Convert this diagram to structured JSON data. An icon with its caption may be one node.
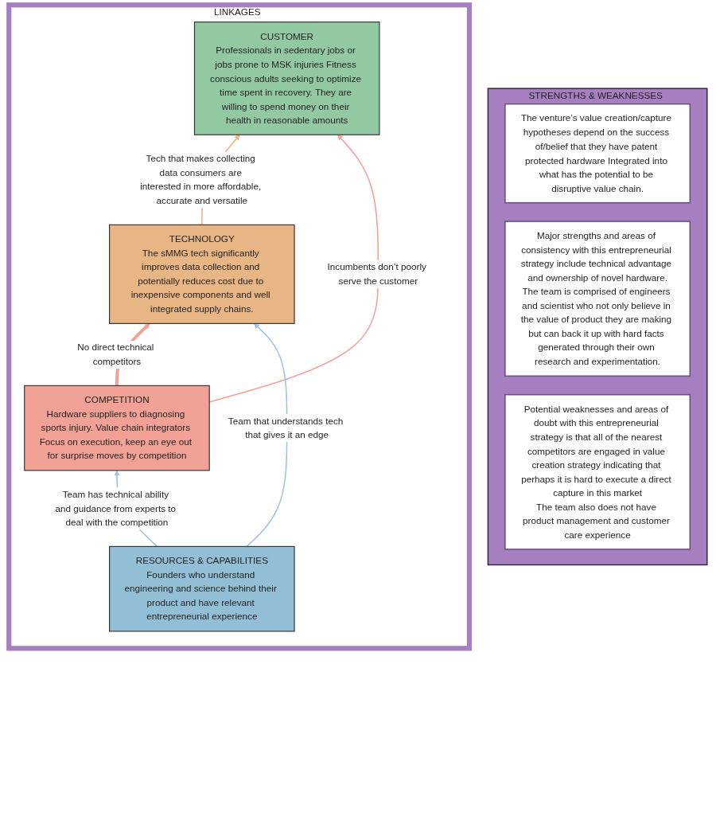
{
  "diagram": {
    "nodes": [
      {
        "text": [
          "LINKAGES"
        ]
      },
      {
        "text": [
          "CUSTOMER",
          "Professionals in sedentary jobs or jobs prone to MSK injuries Fitness conscious adults seeking to optimize time spent in recovery. They are willing to spend money on their health in reasonable amounts"
        ],
        "in": 0
      },
      {
        "text": [
          "TECHNOLOGY",
          "The sMMG tech significantly improves data collection and potentially reduces cost due to inexpensive components and well integrated supply chains."
        ],
        "in": 0
      },
      {
        "text": [
          "COMPETITION",
          "Hardware suppliers to diagnosing sports injury. Value chain integrators Focus on execution, keep an eye out for surprise moves by competition"
        ],
        "in": 0
      },
      {
        "text": [
          "RESOURCES & CAPABILITIES",
          "Founders who understand engineering and science behind their product and have relevant entrepreneurial experience"
        ],
        "in": 0
      },
      {
        "text": [
          "STRENGTHS & WEAKNESSES"
        ]
      },
      {
        "text": [
          "The venture’s value creation/capture hypotheses depend on the success of/belief that they have patent protected hardware Integrated into what has the potential to be disruptive value chain."
        ],
        "in": 5
      },
      {
        "text": [
          "Major strengths and areas of consistency with this entrepreneurial strategy include technical advantage and ownership of novel hardware.",
          "The team is comprised of engineers and scientist who not only believe in the value of product they are making but can back it up with hard facts generated through their own research and experimentation."
        ],
        "in": 5
      },
      {
        "text": [
          "Potential weaknesses and areas of doubt with this entrepreneurial strategy is that all of the nearest competitors are engaged in value creation strategy indicating that perhaps it is hard to execute a direct capture in this market",
          "The team also does not have product management and customer care experience"
        ],
        "in": 5
      }
    ],
    "edges": [
      {
        "from": 2,
        "to": 1,
        "arrow": "to",
        "label": "Tech that makes collecting data consumers are interested in more affordable, accurate and versatile",
        "color": "#f4b183"
      },
      {
        "from": 3,
        "to": 1,
        "arrow": "to",
        "label": "Incumbents don’t poorly serve the customer",
        "color": "#f4a097"
      },
      {
        "from": 3,
        "to": 2,
        "arrow": "to",
        "label": "No direct technical competitors",
        "style": "thick",
        "color": "#f4a097"
      },
      {
        "from": 4,
        "to": 2,
        "arrow": "to",
        "label": "Team that understands tech that gives it an edge",
        "color": "#9dc3e6"
      },
      {
        "from": 4,
        "to": 3,
        "arrow": "to",
        "label": "Team has technical ability and guidance from experts to deal with the competition",
        "color": "#9dc3e6"
      }
    ]
  }
}
